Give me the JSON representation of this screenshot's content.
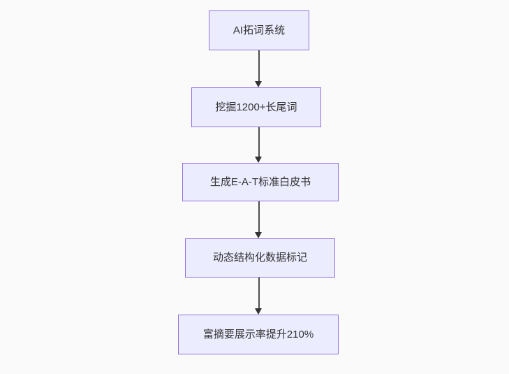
{
  "diagram": {
    "type": "flowchart",
    "direction": "top-down",
    "nodes": [
      {
        "id": "step-1",
        "label": "AI拓词系统"
      },
      {
        "id": "step-2",
        "label": "挖掘1200+长尾词"
      },
      {
        "id": "step-3",
        "label": "生成E-A-T标准白皮书"
      },
      {
        "id": "step-4",
        "label": "动态结构化数据标记"
      },
      {
        "id": "step-5",
        "label": "富摘要展示率提升210%"
      }
    ],
    "edges": [
      {
        "from": "step-1",
        "to": "step-2"
      },
      {
        "from": "step-2",
        "to": "step-3"
      },
      {
        "from": "step-3",
        "to": "step-4"
      },
      {
        "from": "step-4",
        "to": "step-5"
      }
    ],
    "colors": {
      "background": "#fafafa",
      "node_fill": "#ececff",
      "node_border": "#9370db",
      "node_text": "#333333",
      "arrow_line": "#4d4d4d",
      "arrow_head": "#333333"
    }
  }
}
